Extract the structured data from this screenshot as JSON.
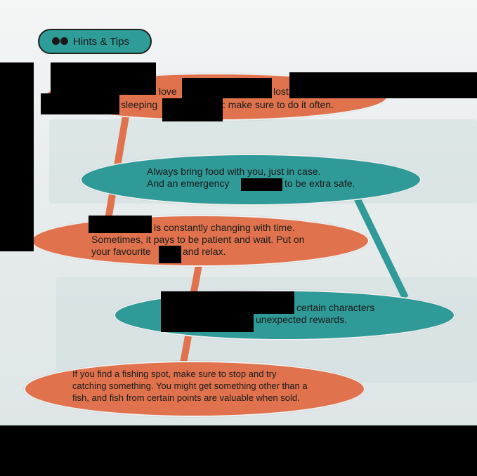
{
  "badge": {
    "label": "Hints & Tips",
    "icon": "binoculars-icon"
  },
  "colors": {
    "orange": "#e0734d",
    "teal": "#2f9a97",
    "badge": "#2e9d98"
  },
  "tips": [
    {
      "id": "tip1",
      "color": "orange",
      "line1": "love",
      "line1b": "lost",
      "line2": "sleeping",
      "line2b": ": make sure to do it often."
    },
    {
      "id": "tip2",
      "color": "teal",
      "text": "Always bring food with you, just in case.\nAnd an emergency",
      "tail": "to be extra safe."
    },
    {
      "id": "tip3",
      "color": "orange",
      "line1": "is constantly changing with time.",
      "line2": "Sometimes, it pays to be patient and wait. Put on",
      "line3a": "your favourite",
      "line3b": "and relax."
    },
    {
      "id": "tip4",
      "color": "teal",
      "line1": "certain characters",
      "line2": "unexpected rewards."
    },
    {
      "id": "tip5",
      "color": "orange",
      "text": "If you find a fishing spot, make sure to stop and try\ncatching something. You might get something other than a\nfish, and fish from certain points are valuable when sold."
    }
  ]
}
